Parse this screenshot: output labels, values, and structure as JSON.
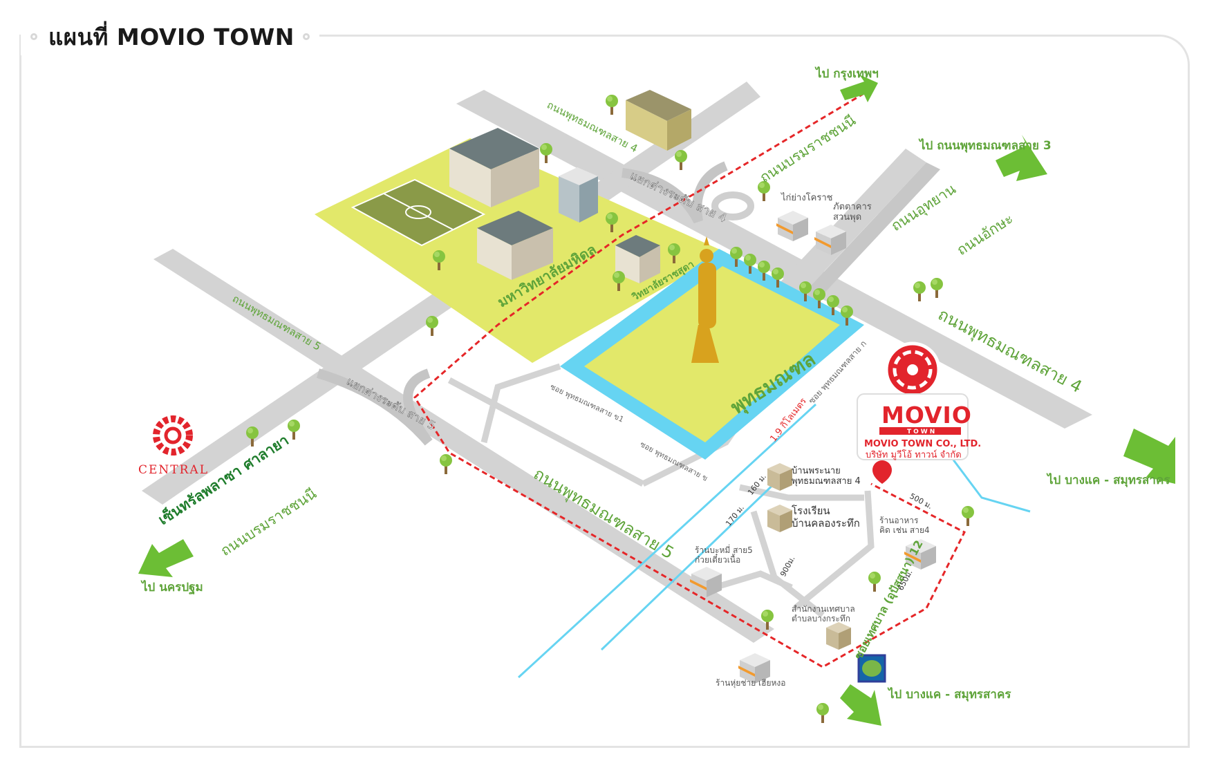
{
  "title": "แผนที่ MOVIO TOWN",
  "colors": {
    "road": "#d3d3d3",
    "road_dark": "#bdbdbd",
    "campus": "#e2e86a",
    "water": "#66d4f2",
    "route": "#e52628",
    "green_text": "#5fa43a",
    "arrow": "#6cbe35",
    "brand_red": "#e2242c",
    "statue": "#d8a21e"
  },
  "destinations": {
    "bangkok": "ไป กรุงเทพฯ",
    "phutthamonthon3": "ไป ถนนพุทธมณฑลสาย 3",
    "bangkhae_east": "ไป บางแค - สมุทรสาคร",
    "nakhon_pathom": "ไป นครปฐม",
    "bangkhae_south": "ไป บางแค - สมุทรสาคร"
  },
  "roads": {
    "phutthamonthon4_top": "ถนนพุทธมณฑลสาย 4",
    "boromratchachonnani_top": "ถนนบรมราชชนนี",
    "uttayan": "ถนนอุทยาน",
    "aksa": "ถนนอักษะ",
    "phutthamonthon4_right": "ถนนพุทธมณฑลสาย 4",
    "phutthamonthon5_left": "ถนนพุทธมณฑลสาย 5",
    "boromratchachonnani_bottom": "ถนนบรมราชชนนี",
    "phutthamonthon5_bottom": "ถนนพุทธมณฑลสาย 5",
    "soi_phutthamonthon_kor": "ซอย พุทธมณฑลสาย ก",
    "soi_phutthamonthon_v1": "ซอย พุทธมณฑลสาย ข1",
    "soi_phutthamonthon_v": "ซอย พุทธมณฑลสาย ข",
    "soi_thetsaban": "ซอยเทศบาล (อุปัสสนา) 12"
  },
  "interchanges": {
    "top": "แยกต่างระดับ สาย 4",
    "left": "แยกต่างระดับ สาย 5"
  },
  "places": {
    "mahidol": "มหาวิทยาลัยมหิดล",
    "ratchasuda": "วิทยาลัยราชสุดา",
    "phutthamonthon": "พุทธมณฑล",
    "central_mall": "เซ็นทรัลพลาซา ศาลายา",
    "central_logo": "CENTRAL",
    "kai_yang": "ไก่ย่างโคราช",
    "suan_phut": "ภัตตาคาร\nสวนพุด",
    "ban_phranai": "บ้านพระนาย\nพุทธมณฑลสาย 4",
    "school": "โรงเรียน\nบ้านคลองระทึก",
    "noodle_shop": "ร้านบะหมี่ สาย5\nก๋วยเตี๋ยวเนื้อ",
    "food_shop": "ร้านอาหาร\nคิด เช่น สาย4",
    "municipal": "สำนักงานเทศบาล\nตำบลบางกระทึก",
    "hongchai": "ร้านหุ่ยช่าย เฮียหงอ"
  },
  "distances": {
    "km19": "1.9 กิโลเมตร",
    "m160": "160 ม.",
    "m170": "170 ม.",
    "m900": "900ม.",
    "m500": "500 ม.",
    "m650": "650ม."
  },
  "movio": {
    "name": "MOVIO",
    "sub": "TOWN",
    "company_en": "MOVIO TOWN CO., LTD.",
    "company_th": "บริษัท มูวีโอ้ ทาวน์ จำกัด"
  },
  "icons": {
    "pin": "location-pin-icon",
    "tree": "tree-icon",
    "building": "building-icon",
    "arrow": "direction-arrow-icon"
  }
}
